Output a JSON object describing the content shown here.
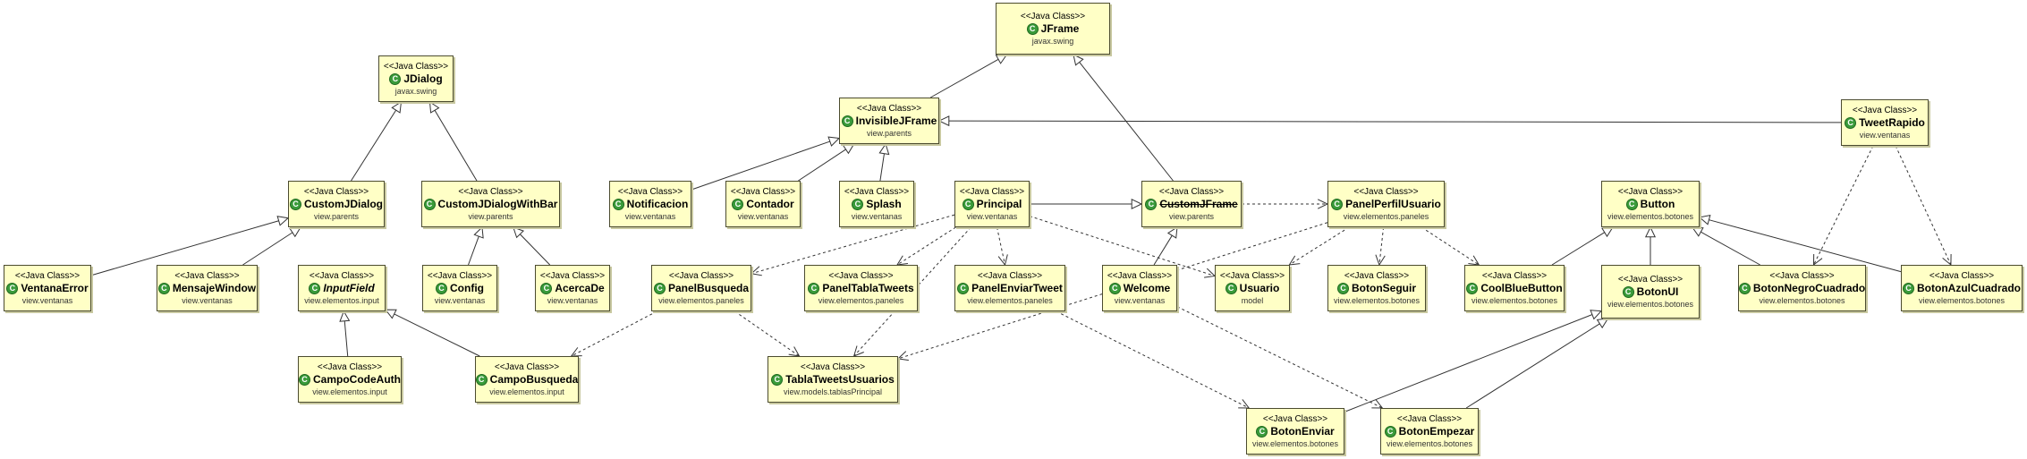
{
  "stereotype": "<<Java Class>>",
  "class_icon_glyph": "C",
  "colors": {
    "box_fill": "#ffffc6",
    "box_border": "#4b4b2f",
    "icon_green": "#3a9b3a",
    "edge": "#333333"
  },
  "classes": [
    {
      "id": "JFrame",
      "name": "JFrame",
      "pkg": "javax.swing"
    },
    {
      "id": "JDialog",
      "name": "JDialog",
      "pkg": "javax.swing"
    },
    {
      "id": "InvisibleJFrame",
      "name": "InvisibleJFrame",
      "pkg": "view.parents"
    },
    {
      "id": "TweetRapido",
      "name": "TweetRapido",
      "pkg": "view.ventanas"
    },
    {
      "id": "CustomJDialog",
      "name": "CustomJDialog",
      "pkg": "view.parents"
    },
    {
      "id": "CustomJDialogWithBar",
      "name": "CustomJDialogWithBar",
      "pkg": "view.parents"
    },
    {
      "id": "Notificacion",
      "name": "Notificacion",
      "pkg": "view.ventanas"
    },
    {
      "id": "Contador",
      "name": "Contador",
      "pkg": "view.ventanas"
    },
    {
      "id": "Splash",
      "name": "Splash",
      "pkg": "view.ventanas"
    },
    {
      "id": "Principal",
      "name": "Principal",
      "pkg": "view.ventanas"
    },
    {
      "id": "CustomJFrame",
      "name": "CustomJFrame",
      "pkg": "view.parents",
      "strike": true
    },
    {
      "id": "PanelPerfilUsuario",
      "name": "PanelPerfilUsuario",
      "pkg": "view.elementos.paneles"
    },
    {
      "id": "Button",
      "name": "Button",
      "pkg": "view.elementos.botones"
    },
    {
      "id": "VentanaError",
      "name": "VentanaError",
      "pkg": "view.ventanas"
    },
    {
      "id": "MensajeWindow",
      "name": "MensajeWindow",
      "pkg": "view.ventanas"
    },
    {
      "id": "InputField",
      "name": "InputField",
      "pkg": "view.elementos.input",
      "abstract": true
    },
    {
      "id": "Config",
      "name": "Config",
      "pkg": "view.ventanas"
    },
    {
      "id": "AcercaDe",
      "name": "AcercaDe",
      "pkg": "view.ventanas"
    },
    {
      "id": "PanelBusqueda",
      "name": "PanelBusqueda",
      "pkg": "view.elementos.paneles"
    },
    {
      "id": "PanelTablaTweets",
      "name": "PanelTablaTweets",
      "pkg": "view.elementos.paneles"
    },
    {
      "id": "PanelEnviarTweet",
      "name": "PanelEnviarTweet",
      "pkg": "view.elementos.paneles"
    },
    {
      "id": "Welcome",
      "name": "Welcome",
      "pkg": "view.ventanas"
    },
    {
      "id": "Usuario",
      "name": "Usuario",
      "pkg": "model"
    },
    {
      "id": "BotonSeguir",
      "name": "BotonSeguir",
      "pkg": "view.elementos.botones"
    },
    {
      "id": "CoolBlueButton",
      "name": "CoolBlueButton",
      "pkg": "view.elementos.botones"
    },
    {
      "id": "BotonUI",
      "name": "BotonUI",
      "pkg": "view.elementos.botones"
    },
    {
      "id": "BotonNegroCuadrado",
      "name": "BotonNegroCuadrado",
      "pkg": "view.elementos.botones"
    },
    {
      "id": "BotonAzulCuadrado",
      "name": "BotonAzulCuadrado",
      "pkg": "view.elementos.botones"
    },
    {
      "id": "CampoCodeAuth",
      "name": "CampoCodeAuth",
      "pkg": "view.elementos.input"
    },
    {
      "id": "CampoBusqueda",
      "name": "CampoBusqueda",
      "pkg": "view.elementos.input"
    },
    {
      "id": "TablaTweetsUsuarios",
      "name": "TablaTweetsUsuarios",
      "pkg": "view.models.tablasPrincipal"
    },
    {
      "id": "BotonEnviar",
      "name": "BotonEnviar",
      "pkg": "view.elementos.botones"
    },
    {
      "id": "BotonEmpezar",
      "name": "BotonEmpezar",
      "pkg": "view.elementos.botones"
    }
  ],
  "generalizations": [
    [
      "InvisibleJFrame",
      "JFrame"
    ],
    [
      "CustomJFrame",
      "JFrame"
    ],
    [
      "CustomJDialog",
      "JDialog"
    ],
    [
      "CustomJDialogWithBar",
      "JDialog"
    ],
    [
      "Notificacion",
      "InvisibleJFrame"
    ],
    [
      "Contador",
      "InvisibleJFrame"
    ],
    [
      "Splash",
      "InvisibleJFrame"
    ],
    [
      "TweetRapido",
      "InvisibleJFrame"
    ],
    [
      "VentanaError",
      "CustomJDialog"
    ],
    [
      "MensajeWindow",
      "CustomJDialog"
    ],
    [
      "Config",
      "CustomJDialogWithBar"
    ],
    [
      "AcercaDe",
      "CustomJDialogWithBar"
    ],
    [
      "Principal",
      "CustomJFrame"
    ],
    [
      "Welcome",
      "CustomJFrame"
    ],
    [
      "CampoCodeAuth",
      "InputField"
    ],
    [
      "CampoBusqueda",
      "InputField"
    ],
    [
      "CoolBlueButton",
      "Button"
    ],
    [
      "BotonUI",
      "Button"
    ],
    [
      "BotonNegroCuadrado",
      "Button"
    ],
    [
      "BotonAzulCuadrado",
      "Button"
    ],
    [
      "BotonEnviar",
      "BotonUI"
    ],
    [
      "BotonEmpezar",
      "BotonUI"
    ]
  ],
  "dependencies": [
    [
      "CustomJFrame",
      "PanelPerfilUsuario"
    ],
    [
      "Principal",
      "PanelBusqueda"
    ],
    [
      "Principal",
      "PanelTablaTweets"
    ],
    [
      "Principal",
      "PanelEnviarTweet"
    ],
    [
      "Principal",
      "Usuario"
    ],
    [
      "Principal",
      "TablaTweetsUsuarios"
    ],
    [
      "PanelPerfilUsuario",
      "Usuario"
    ],
    [
      "PanelPerfilUsuario",
      "BotonSeguir"
    ],
    [
      "PanelPerfilUsuario",
      "CoolBlueButton"
    ],
    [
      "PanelPerfilUsuario",
      "TablaTweetsUsuarios"
    ],
    [
      "TweetRapido",
      "BotonNegroCuadrado"
    ],
    [
      "TweetRapido",
      "BotonAzulCuadrado"
    ],
    [
      "PanelBusqueda",
      "CampoBusqueda"
    ],
    [
      "PanelBusqueda",
      "TablaTweetsUsuarios"
    ],
    [
      "PanelEnviarTweet",
      "BotonEnviar"
    ],
    [
      "Welcome",
      "BotonEmpezar"
    ]
  ]
}
